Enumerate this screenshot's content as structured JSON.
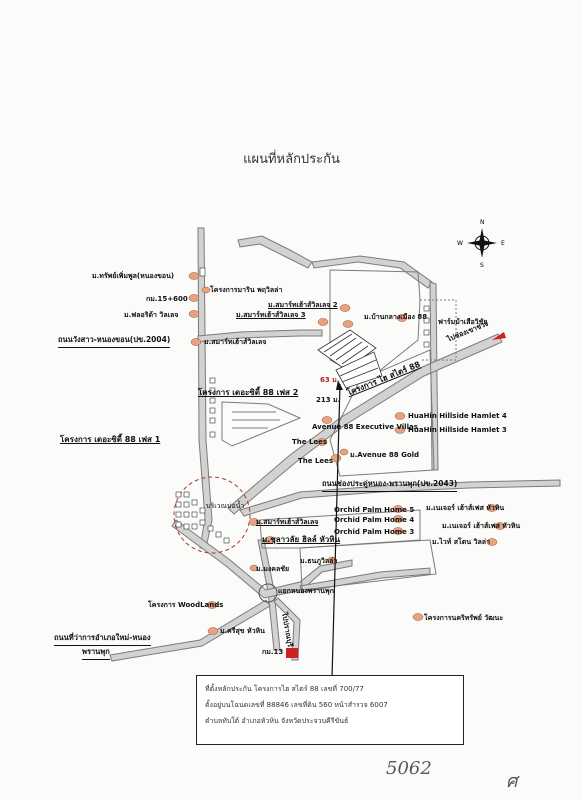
{
  "title": "แผนที่หลักประกัน",
  "compass": {
    "n": "N",
    "s": "S",
    "e": "E",
    "w": "W"
  },
  "labels": {
    "m_sathit": "ม.ทรัพย์เพิ่มพูล(หนองขอน)",
    "km15": "กม.15+600",
    "m_florida": "ม.ฟลอริด้า วิลเลจ",
    "kanmarin": "โครงการมาริน พฤวิลล่า",
    "m_smart2": "ม.สมาร์ทเฮ้าส์วิลเลจ 2",
    "m_smart3": "ม.สมาร์ทเฮ้าส์วิลเลจ 3",
    "m_baan": "ม.บ้านกลางเมือง 88",
    "m_smart": "ม.สมาร์ทเฮ้าส์วิลเลจ",
    "farm": "ฟาร์มม้าเสือวิชัย",
    "to_pass": "ไปช่องเขาช่วง",
    "marker63": "63 ม.",
    "marker213": "213 ม.",
    "hi88": "โครงการ ไฮ สไตร์ 88",
    "city2": "โครงการ เดอะซิตี้ 88 เฟส 2",
    "city1": "โครงการ เดอะซิตี้ 88 เฟส 1",
    "hamlet4": "HuaHin Hillside Hamlet 4",
    "hamlet3": "HuaHin Hillside Hamlet 3",
    "avenue88exec": "Avenue 88 Executive Villas",
    "lees1": "The Lees",
    "lees2": "The Lees",
    "avenue_gold": "ม.Avenue 88 Gold",
    "orchid5": "Orchid Palm Home 5",
    "orchid4": "Orchid Palm Home 4",
    "orchid3": "Orchid Palm Home 3",
    "area_pond": "บริเวณบ่อน้ำ",
    "m_smart_b": "ม.สมาร์ทเฮ้าส์วิลเลจ",
    "m_chula": "ม.ชุลาวลัย ฮิลล์ หัวหิน",
    "m_thanu": "ม.ธนภูวิลล่า",
    "m_mongkhon": "ม.มงคลชัย",
    "junction": "แยกหนองพรานพุก",
    "woodlands": "โครงการ WoodLands",
    "m_srisuk": "ม.ศรีสุข หัวหิน",
    "to_pranburi": "ไปปราณบุรี",
    "km13": "กม.13",
    "nakarin": "โครงการนคริทรัพย์ วัฒนะ",
    "m_nature": "ม.เนเจอร์ เฮ้าส์เฟส หัวหิน",
    "m_nature2": "ม.เนเจอร์ เฮ้าส์เฟส หัวหิน",
    "m_white": "ม.ไวท์ สโตน วิลล่า"
  },
  "roads": {
    "r2004": "ถนนวังสาว-หนองขอน(ปข.2004)",
    "r2043": "ถนนช่องประดู่หนอง-พรานพุก(ปข.2043)",
    "r_district": "ถนนที่ว่าการอำเภอใหม่-หนอง",
    "r_district2": "พรานพุก"
  },
  "info": {
    "line1": "ที่ตั้งหลักประกัน โครงการไฮ สไตร์ 88 เลขที่ 700/77",
    "line2": "ตั้งอยู่บนโฉนดเลขที่ 88846 เลขที่ดิน 560 หน้าสำรวจ 6007",
    "line3": "ตำบลทับใต้ อำเภอหัวหิน จังหวัดประจวบคีรีขันธ์"
  },
  "handwritten": {
    "number": "5062",
    "sign": "ศ"
  },
  "colors": {
    "marker": "#e9a17f",
    "road": "#c9c9c9",
    "outline": "#6e6e6e",
    "arrow": "#cc2222"
  }
}
